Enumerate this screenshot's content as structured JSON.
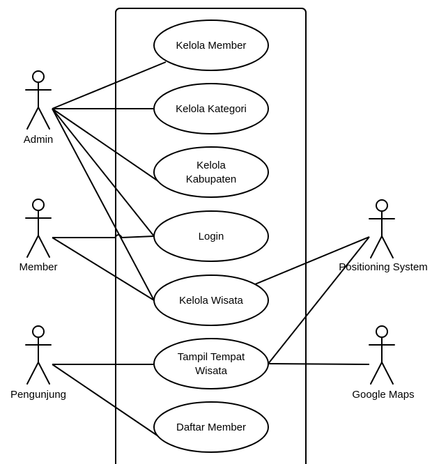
{
  "diagram": {
    "actors": [
      {
        "id": "admin",
        "label": "Admin"
      },
      {
        "id": "member",
        "label": "Member"
      },
      {
        "id": "pengunjung",
        "label": "Pengunjung"
      },
      {
        "id": "positioning",
        "label": "Positioning System"
      },
      {
        "id": "gmaps",
        "label": "Google Maps"
      }
    ],
    "use_cases": [
      {
        "id": "kelola_member",
        "lines": [
          "Kelola Member"
        ]
      },
      {
        "id": "kelola_kategori",
        "lines": [
          "Kelola Kategori"
        ]
      },
      {
        "id": "kelola_kabupaten",
        "lines": [
          "Kelola",
          "Kabupaten"
        ]
      },
      {
        "id": "login",
        "lines": [
          "Login"
        ]
      },
      {
        "id": "kelola_wisata",
        "lines": [
          "Kelola Wisata"
        ]
      },
      {
        "id": "tampil_tempat_wisata",
        "lines": [
          "Tampil Tempat",
          "Wisata"
        ]
      },
      {
        "id": "daftar_member",
        "lines": [
          "Daftar Member"
        ]
      }
    ],
    "associations": [
      [
        "admin",
        "kelola_member"
      ],
      [
        "admin",
        "kelola_kategori"
      ],
      [
        "admin",
        "kelola_kabupaten"
      ],
      [
        "admin",
        "login"
      ],
      [
        "admin",
        "kelola_wisata"
      ],
      [
        "member",
        "login"
      ],
      [
        "member",
        "kelola_wisata"
      ],
      [
        "pengunjung",
        "tampil_tempat_wisata"
      ],
      [
        "pengunjung",
        "daftar_member"
      ],
      [
        "positioning",
        "kelola_wisata"
      ],
      [
        "positioning",
        "tampil_tempat_wisata"
      ],
      [
        "gmaps",
        "tampil_tempat_wisata"
      ]
    ],
    "colors": {
      "line": "#000000",
      "fill": "#ffffff"
    }
  }
}
